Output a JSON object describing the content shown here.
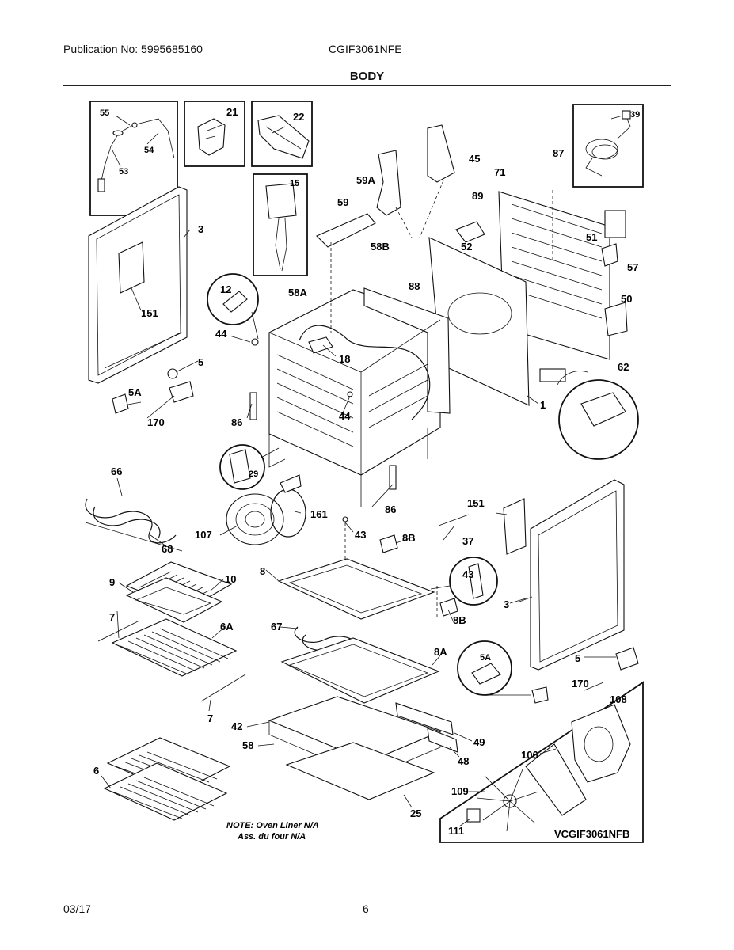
{
  "header": {
    "publication": "Publication No: 5995685160",
    "model": "CGIF3061NFE",
    "section": "BODY"
  },
  "footer": {
    "date": "03/17",
    "page": "6"
  },
  "diagram": {
    "note_line1": "NOTE: Oven Liner N/A",
    "note_line2": "Ass. du four N/A",
    "inset_code": "VCGIF3061NFB",
    "labels": {
      "p55": "55",
      "p54": "54",
      "p53": "53",
      "p21": "21",
      "p22": "22",
      "p15": "15",
      "p39": "39",
      "p45": "45",
      "p87": "87",
      "p71": "71",
      "p59A": "59A",
      "p59": "59",
      "p89": "89",
      "p58B": "58B",
      "p52": "52",
      "p51": "51",
      "p57": "57",
      "p88": "88",
      "p3a": "3",
      "p151a": "151",
      "p12": "12",
      "p58A": "58A",
      "p44a": "44",
      "p18": "18",
      "p50": "50",
      "p5a": "5",
      "p5Aa": "5A",
      "p170a": "170",
      "p86a": "86",
      "p44b": "44",
      "p1": "1",
      "p62": "62",
      "p29": "29",
      "p66": "66",
      "p86b": "86",
      "p161": "161",
      "p151b": "151",
      "p107": "107",
      "p43a": "43",
      "p8Ba": "8B",
      "p37": "37",
      "p68": "68",
      "p10": "10",
      "p9": "9",
      "p8": "8",
      "p43b": "43",
      "p3b": "3",
      "p8Bb": "8B",
      "p7a": "7",
      "p6A": "6A",
      "p67": "67",
      "p8A": "8A",
      "p5Ab": "5A",
      "p5b": "5",
      "p170b": "170",
      "p7b": "7",
      "p108": "108",
      "p42": "42",
      "p49": "49",
      "p58": "58",
      "p48": "48",
      "p106": "106",
      "p6": "6",
      "p25": "25",
      "p109": "109",
      "p111": "111"
    }
  }
}
